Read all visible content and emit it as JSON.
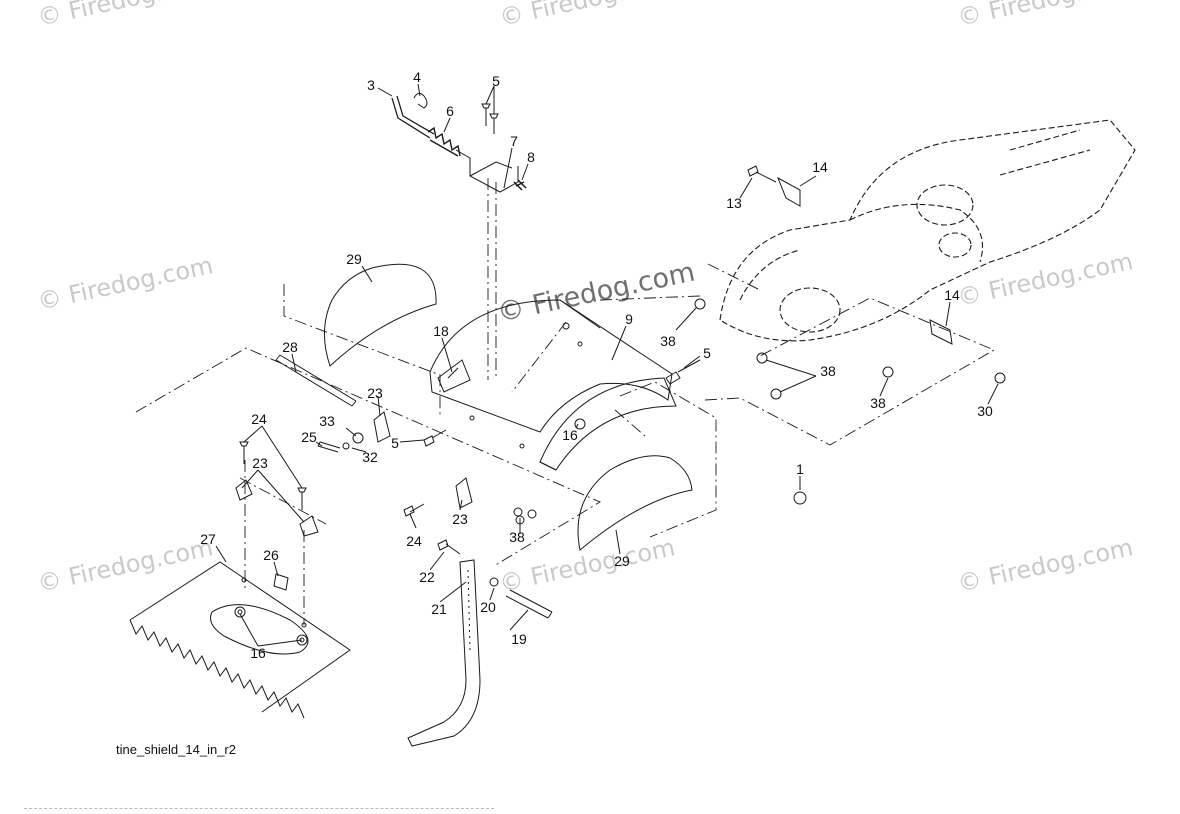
{
  "diagram": {
    "caption": "tine_shield_14_in_r2",
    "watermark_text": "© Firedog.com",
    "callout_labels": {
      "l1": "1",
      "l3": "3",
      "l4": "4",
      "l5a": "5",
      "l5b": "5",
      "l5c": "5",
      "l6": "6",
      "l7": "7",
      "l8": "8",
      "l9": "9",
      "l13": "13",
      "l14a": "14",
      "l14b": "14",
      "l16a": "16",
      "l16b": "16",
      "l18": "18",
      "l19": "19",
      "l20": "20",
      "l21": "21",
      "l22": "22",
      "l23a": "23",
      "l23b": "23",
      "l23c": "23",
      "l24a": "24",
      "l24b": "24",
      "l25": "25",
      "l26": "26",
      "l27": "27",
      "l28": "28",
      "l29a": "29",
      "l29b": "29",
      "l30": "30",
      "l32": "32",
      "l33": "33",
      "l38a": "38",
      "l38b": "38",
      "l38c": "38",
      "l38d": "38"
    }
  },
  "colors": {
    "line": "#1a1a1a",
    "watermark": "#c9c9c9",
    "watermark_center": "#707070"
  }
}
